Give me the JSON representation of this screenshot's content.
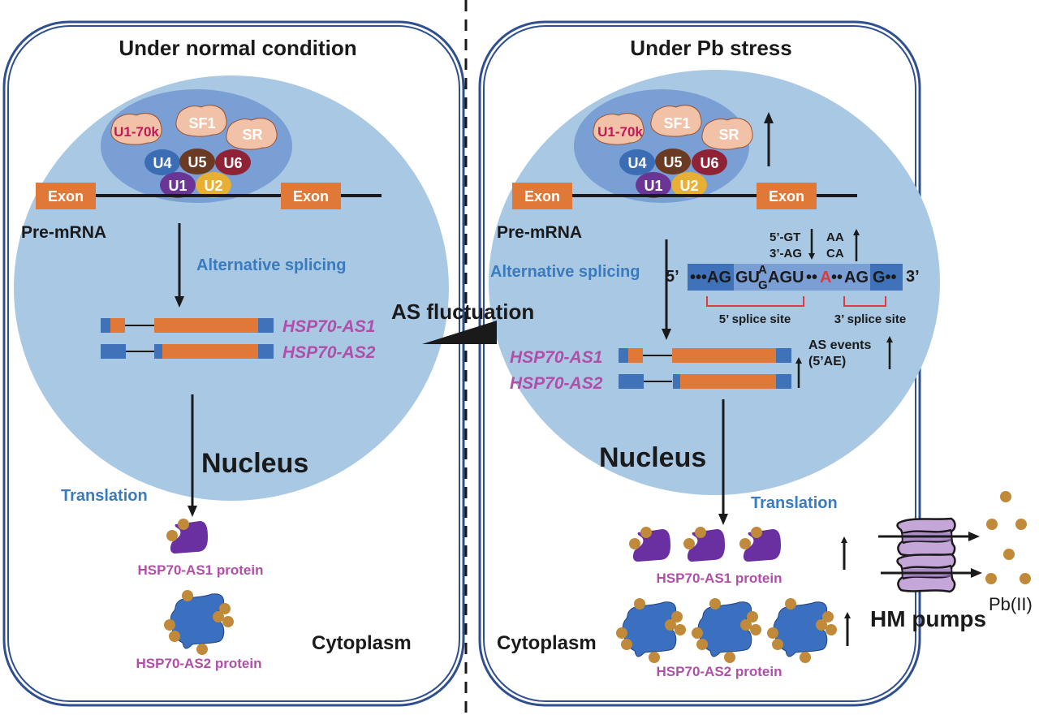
{
  "colors": {
    "cell_border": "#2f4f8f",
    "nucleus": "#a8c8e4",
    "spliceosome": "#7a9fd4",
    "exon": "#e07838",
    "utr_blue": "#3f72b8",
    "factor_fill": "#f2c2a8",
    "u4": "#3b6db5",
    "u5": "#6b3a22",
    "u6": "#8f2335",
    "u1": "#6a3595",
    "u2": "#e8b033",
    "as1_protein": "#6a2fa0",
    "as2_protein": "#3b6fbf",
    "pb_ion": "#c08a3a",
    "pump": "#c4a6d8",
    "accent_label": "#3a7bbf",
    "isoform_label": "#b04ea8",
    "splice_bracket": "#e03a3a",
    "branch_A": "#e03a3a"
  },
  "left_panel": {
    "title": "Under normal condition",
    "factors": [
      "U1-70k",
      "SF1",
      "SR"
    ],
    "snrnas": [
      "U4",
      "U5",
      "U6",
      "U1",
      "U2"
    ],
    "exon_labels": [
      "Exon",
      "Exon"
    ],
    "pre_mrna_label": "Pre-mRNA",
    "alt_splicing_label": "Alternative splicing",
    "isoforms": [
      "HSP70-AS1",
      "HSP70-AS2"
    ],
    "nucleus_label": "Nucleus",
    "translation_label": "Translation",
    "protein_labels": [
      "HSP70-AS1 protein",
      "HSP70-AS2 protein"
    ],
    "cytoplasm_label": "Cytoplasm"
  },
  "center": {
    "as_fluctuation_label": "AS fluctuation"
  },
  "right_panel": {
    "title": "Under Pb stress",
    "factors": [
      "U1-70k",
      "SF1",
      "SR"
    ],
    "snrnas": [
      "U4",
      "U5",
      "U6",
      "U1",
      "U2"
    ],
    "exon_labels": [
      "Exon",
      "Exon"
    ],
    "pre_mrna_label": "Pre-mRNA",
    "alt_splicing_label": "Alternative splicing",
    "sequence": {
      "five_prime": "5’",
      "three_prime": "3’",
      "seg1": "•••AG",
      "seg2_pre": "GU",
      "seg2_top": "A",
      "seg2_bottom": "G",
      "seg2_post": "AGU",
      "dots1": "••",
      "branch": "A",
      "dots2": "••",
      "seg3": "AG",
      "seg4": "G••",
      "five_site_label": "5’ splice site",
      "three_site_label": "3’ splice site",
      "donor_change_top": "5’-GT",
      "donor_change_bottom": "3’-AG",
      "acceptor_change_top": "AA",
      "acceptor_change_bottom": "CA"
    },
    "isoforms": [
      "HSP70-AS1",
      "HSP70-AS2"
    ],
    "as_events_line1": "AS events",
    "as_events_line2": "(5’AE)",
    "nucleus_label": "Nucleus",
    "translation_label": "Translation",
    "protein_labels": [
      "HSP70-AS1 protein",
      "HSP70-AS2 protein"
    ],
    "cytoplasm_label": "Cytoplasm",
    "pumps_label": "HM pumps",
    "ion_label": "Pb(II)"
  }
}
